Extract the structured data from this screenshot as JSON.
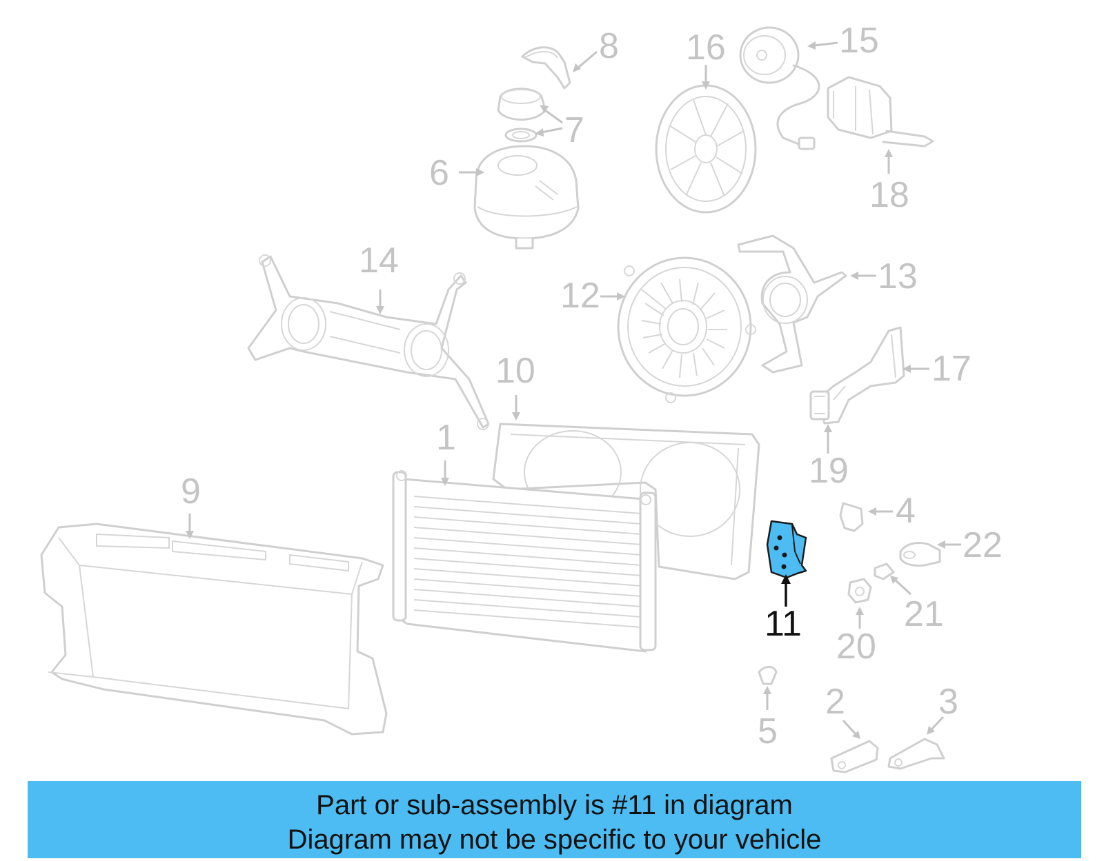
{
  "diagram": {
    "callouts": {
      "c1": "1",
      "c2": "2",
      "c3": "3",
      "c4": "4",
      "c5": "5",
      "c6": "6",
      "c7": "7",
      "c8": "8",
      "c9": "9",
      "c10": "10",
      "c11": "11",
      "c12": "12",
      "c13": "13",
      "c14": "14",
      "c15": "15",
      "c16": "16",
      "c17": "17",
      "c18": "18",
      "c19": "19",
      "c20": "20",
      "c21": "21",
      "c22": "22"
    },
    "highlighted_part": "11",
    "colors": {
      "highlight_fill": "#4dbcf3",
      "part_stroke": "#cfcfcf",
      "callout_text": "#c4c4c4",
      "highlight_text": "#111111",
      "banner_background": "#4dbcf3"
    }
  },
  "banner": {
    "line1": "Part or sub-assembly is #11 in diagram",
    "line2": "Diagram may not be specific to your vehicle"
  }
}
